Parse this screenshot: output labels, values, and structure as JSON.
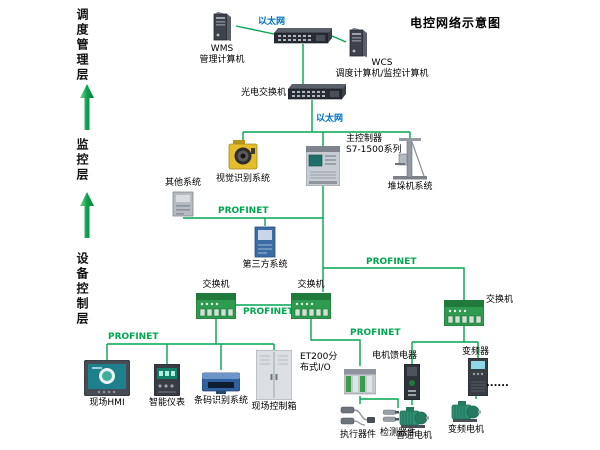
{
  "title": "电控网络示意图",
  "layers": {
    "management": "调度管理层",
    "monitoring": "监控层",
    "device_control": "设备控制层"
  },
  "net_labels": {
    "ethernet_top": "以太网",
    "ethernet_mid": "以太网",
    "profinet_other": "PROFINET",
    "profinet_right": "PROFINET",
    "profinet_switch_link": "PROFINET",
    "profinet_left_branch": "PROFINET",
    "profinet_mid_branch": "PROFINET"
  },
  "nodes": {
    "wms": {
      "name": "WMS",
      "desc": "管理计算机"
    },
    "wcs": {
      "name": "WCS",
      "desc": "调度计算机/监控计算机"
    },
    "optical_switch": {
      "label": "光电交换机"
    },
    "main_controller": {
      "name": "主控制器",
      "desc": "S7-1500系列"
    },
    "vision_system": {
      "label": "视觉识别系统"
    },
    "stacker_system": {
      "label": "堆垛机系统"
    },
    "other_system": {
      "label": "其他系统"
    },
    "third_party_system": {
      "label": "第三方系统"
    },
    "switch_left": {
      "label": "交换机"
    },
    "switch_mid": {
      "label": "交换机"
    },
    "switch_right": {
      "label": "交换机"
    },
    "field_hmi": {
      "label": "现场HMI"
    },
    "smart_meter": {
      "label": "智能仪表"
    },
    "barcode_system": {
      "label": "条码识别系统"
    },
    "field_control_box": {
      "label": "现场控制箱"
    },
    "et200": {
      "line1": "ET200分",
      "line2": "布式I/O"
    },
    "actuators": {
      "label": "执行器件"
    },
    "detectors": {
      "label": "检测器件"
    },
    "motor_feeder": {
      "label": "电机馈电器"
    },
    "normal_motor": {
      "label": "普通电机"
    },
    "vfd": {
      "label": "变频器"
    },
    "vfd_motor": {
      "label": "变频电机"
    },
    "more": "......"
  },
  "colors": {
    "wire_green": "#00a650",
    "ethernet_blue": "#0070c0",
    "profinet_green": "#00a650"
  }
}
